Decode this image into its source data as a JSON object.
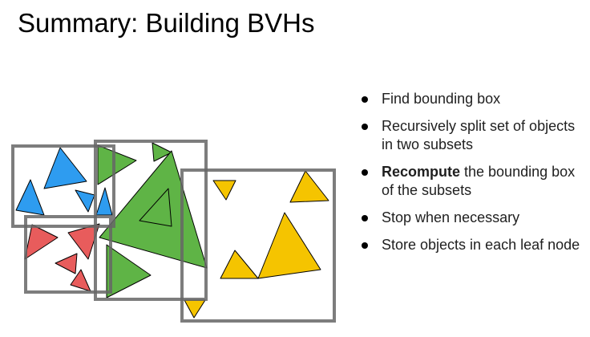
{
  "slide": {
    "title": "Summary: Building BVHs",
    "bullets": [
      {
        "text": "Find bounding box"
      },
      {
        "text": "Recursively split set of objects in two subsets"
      },
      {
        "bold": "Recompute",
        "text": " the bounding box of the subsets"
      },
      {
        "text": "Stop when necessary"
      },
      {
        "text": "Store objects in each leaf node"
      }
    ]
  },
  "colors": {
    "blue": "#2e9cf0",
    "red": "#e85c5c",
    "green": "#5fb446",
    "yellow": "#f5c400",
    "box_stroke": "#666666"
  }
}
